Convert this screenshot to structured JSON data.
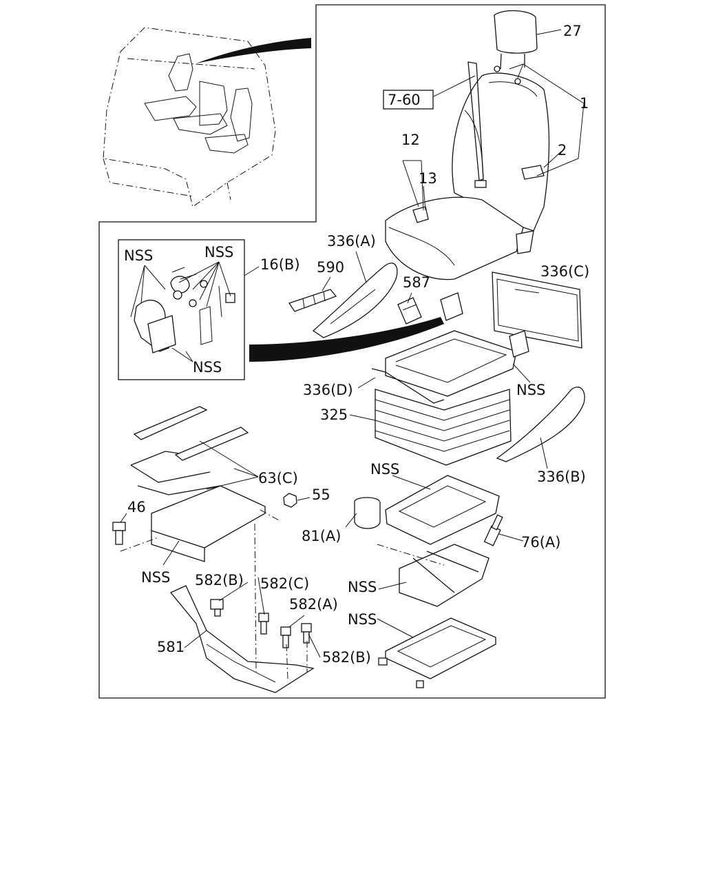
{
  "callouts": {
    "c27": "27",
    "c1": "1",
    "c2": "2",
    "c760": "7-60",
    "c12": "12",
    "c13": "13",
    "c336a": "336(A)",
    "c590": "590",
    "c587": "587",
    "c336c": "336(C)",
    "c16b": "16(B)",
    "nss_inset_left": "NSS",
    "nss_inset_right": "NSS",
    "nss_inset_bottom": "NSS",
    "c336d": "336(D)",
    "nss_frame": "NSS",
    "c325": "325",
    "c336b": "336(B)",
    "c63c": "63(C)",
    "c55": "55",
    "c46": "46",
    "nss_bracket": "NSS",
    "nss_base_plate": "NSS",
    "c81a": "81(A)",
    "c76a": "76(A)",
    "c582b_top": "582(B)",
    "c582c": "582(C)",
    "c582a": "582(A)",
    "c582b_bottom": "582(B)",
    "c581": "581",
    "nss_scissor": "NSS",
    "nss_rail": "NSS"
  }
}
